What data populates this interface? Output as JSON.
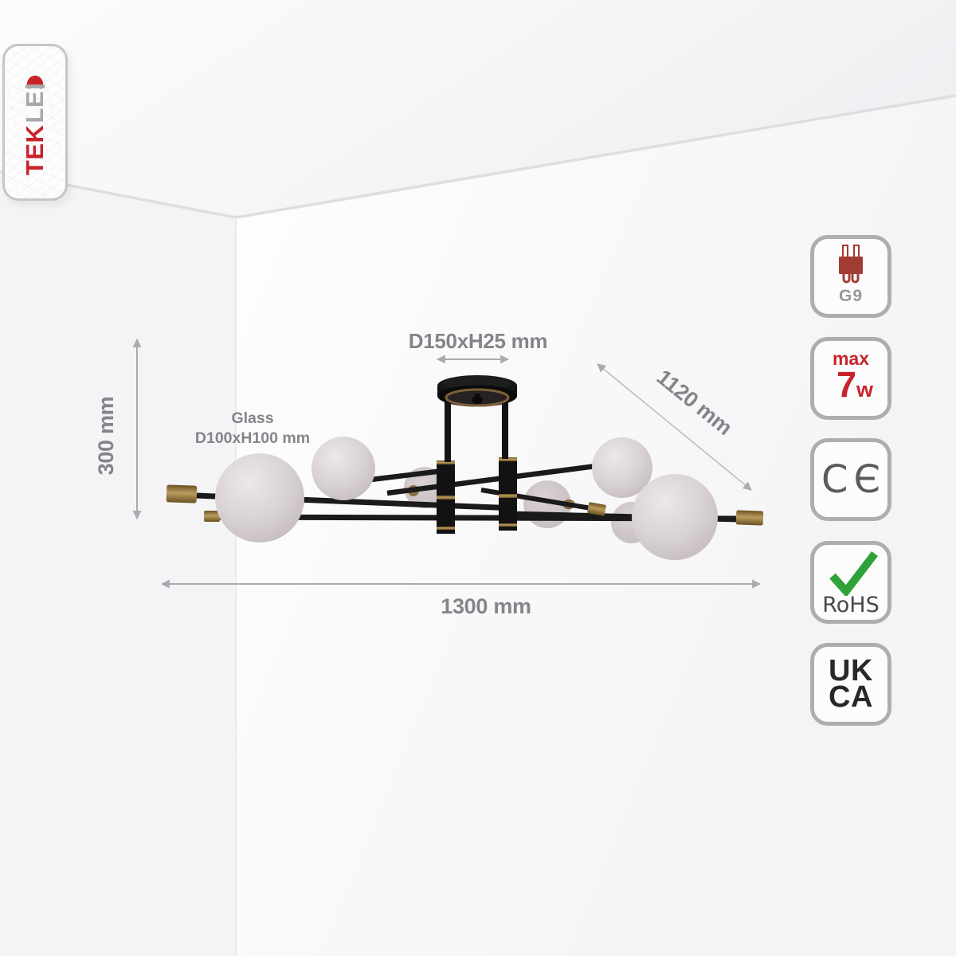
{
  "brand": {
    "name": "TEKLED",
    "tek": "TEK",
    "le": "LE"
  },
  "annotations": {
    "canopy_size": "D150xH25 mm",
    "diagonal_length": "1120 mm",
    "height": "300 mm",
    "width": "1300 mm",
    "glass_label": "Glass",
    "glass_size": "D100xH100 mm"
  },
  "badges": {
    "socket": {
      "label": "G9"
    },
    "wattage": {
      "prefix": "max",
      "value": "7",
      "unit": "w"
    },
    "ce": {
      "label": "CЄ"
    },
    "rohs": {
      "label": "RoHS"
    },
    "ukca": {
      "line1": "UK",
      "line2": "CA"
    }
  },
  "colors": {
    "accent_red": "#c8232b",
    "socket_red": "#a23c35",
    "rohs_green": "#2fa23a",
    "brass": "#8a6b33",
    "metal_black": "#141414",
    "globe_white": "#d9d2d4",
    "dimension_text_gray": "#84848a",
    "arrow_gray": "#aaabae",
    "badge_border_gray": "#aeaeb1",
    "ce_gray": "#5a5b5e",
    "ukca_black": "#2a272b"
  }
}
